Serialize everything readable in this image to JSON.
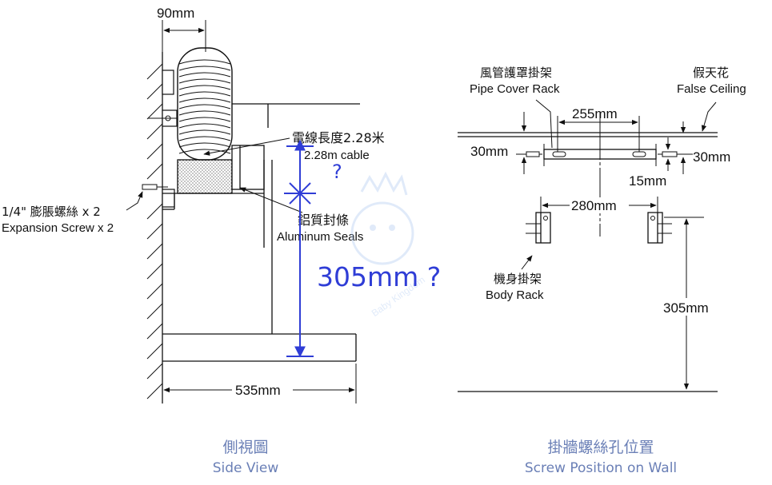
{
  "side_view": {
    "dim_top": "90mm",
    "cable_zh": "電線長度2.28米",
    "cable_en": "2.28m cable",
    "screw_zh": "1/4\" 膨脹螺絲 x 2",
    "screw_en": "Expansion Screw x 2",
    "seal_zh": "鋁質封條",
    "seal_en": "Aluminum Seals",
    "dim_bottom": "535mm",
    "caption_zh": "側視圖",
    "caption_en": "Side View"
  },
  "annotation": {
    "question_mark": "?",
    "height_text": "305mm ?"
  },
  "watermark": {
    "text": "Baby Kingdom"
  },
  "wall_view": {
    "pipe_rack_zh": "風管護罩掛架",
    "pipe_rack_en": "Pipe Cover Rack",
    "ceiling_zh": "假天花",
    "ceiling_en": "False Ceiling",
    "dim_255": "255mm",
    "dim_30_left": "30mm",
    "dim_30_right": "30mm",
    "dim_15": "15mm",
    "dim_280": "280mm",
    "body_rack_zh": "機身掛架",
    "body_rack_en": "Body Rack",
    "dim_305": "305mm",
    "caption_zh": "掛牆螺絲孔位置",
    "caption_en": "Screw Position on Wall"
  }
}
